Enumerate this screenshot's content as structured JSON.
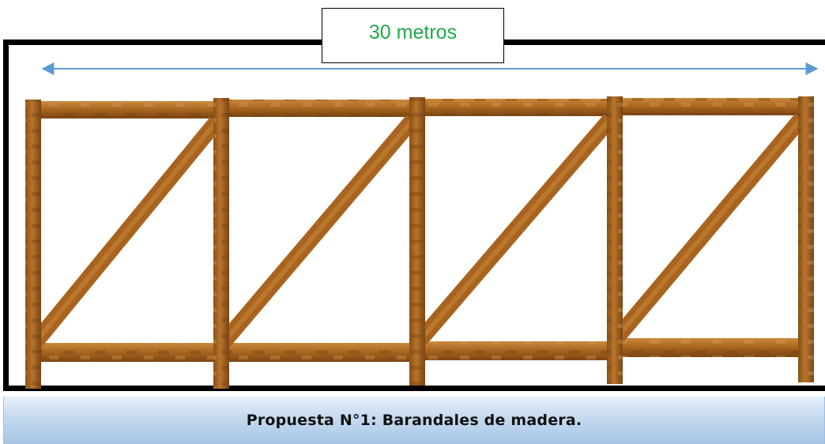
{
  "diagram": {
    "dimension_label": "30 metros",
    "caption": "Propuesta N°1: Barandales de madera.",
    "panel_count": 4,
    "colors": {
      "wood": "#a8641f",
      "wood_dark": "#7a4512",
      "wood_light": "#c98a3c",
      "arrow": "#5b9bd5",
      "frame": "#000000",
      "label_text": "#1fa84a"
    }
  }
}
